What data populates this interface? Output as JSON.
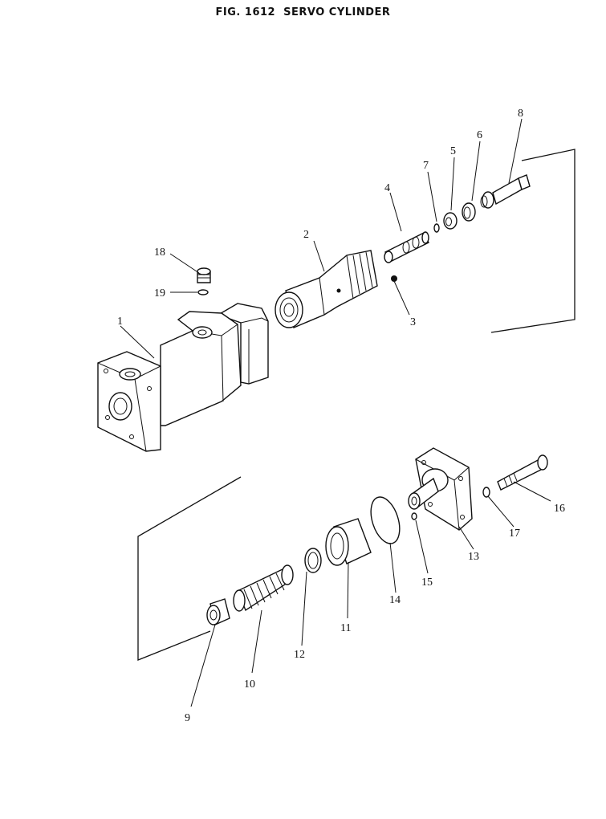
{
  "title": "FIG. 1612  SERVO CYLINDER",
  "callouts": {
    "p1": "1",
    "p2": "2",
    "p3": "3",
    "p4": "4",
    "p5": "5",
    "p6": "6",
    "p7": "7",
    "p8": "8",
    "p9": "9",
    "p10": "10",
    "p11": "11",
    "p12": "12",
    "p13": "13",
    "p14": "14",
    "p15": "15",
    "p16": "16",
    "p17": "17",
    "p18": "18",
    "p19": "19"
  }
}
